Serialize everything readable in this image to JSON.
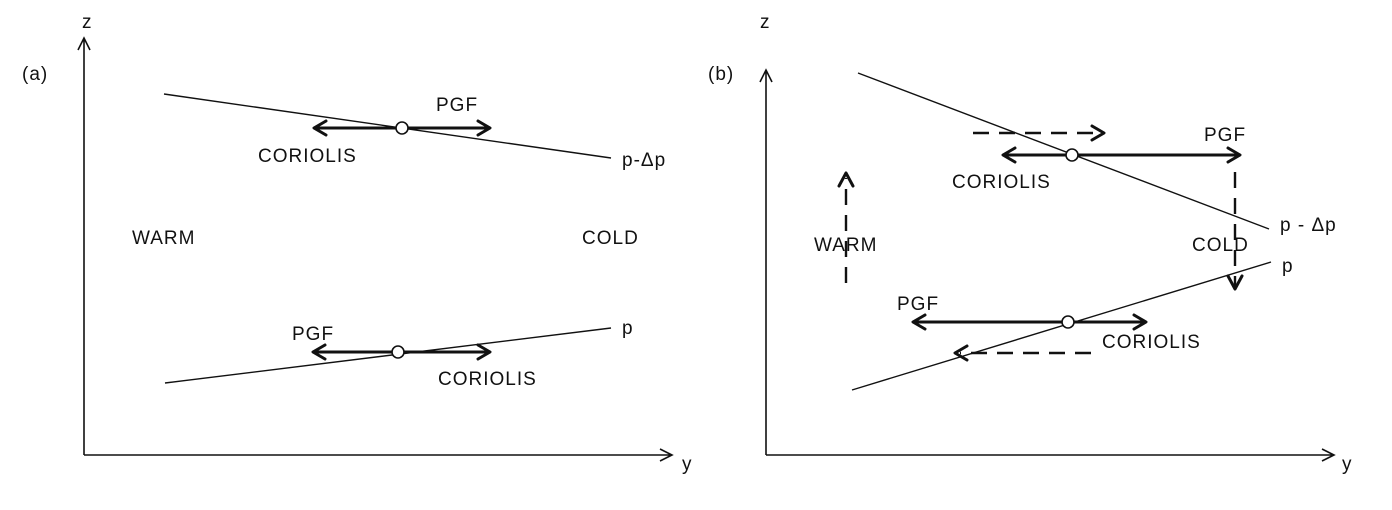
{
  "panels": [
    {
      "id": "a",
      "label": "(a)",
      "axis_z": "z",
      "axis_y": "y",
      "warm_label": "WARM",
      "cold_label": "COLD",
      "upper_isobar_label": "p-Δp",
      "lower_isobar_label": "p",
      "upper": {
        "pgf": "PGF",
        "coriolis": "CORIOLIS"
      },
      "lower": {
        "pgf": "PGF",
        "coriolis": "CORIOLIS"
      }
    },
    {
      "id": "b",
      "label": "(b)",
      "axis_z": "z",
      "axis_y": "y",
      "warm_label": "WARM",
      "cold_label": "COLD",
      "upper_isobar_label": "p - Δp",
      "lower_isobar_label": "p",
      "upper": {
        "pgf": "PGF",
        "coriolis": "CORIOLIS"
      },
      "lower": {
        "pgf": "PGF",
        "coriolis": "CORIOLIS"
      }
    }
  ]
}
